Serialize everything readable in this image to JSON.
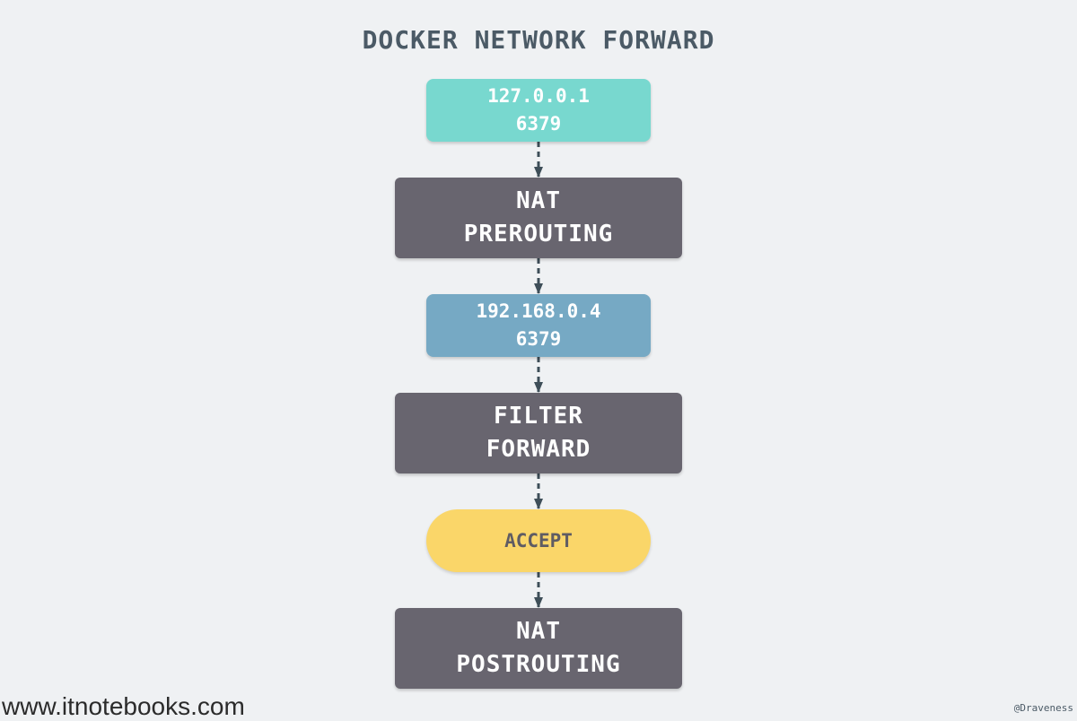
{
  "title": "DOCKER NETWORK FORWARD",
  "nodes": {
    "source": {
      "line1": "127.0.0.1",
      "line2": "6379",
      "color": "#78d8cf"
    },
    "nat_prerouting": {
      "line1": "NAT",
      "line2": "PREROUTING",
      "color": "#68656f"
    },
    "destination": {
      "line1": "192.168.0.4",
      "line2": "6379",
      "color": "#76a9c4"
    },
    "filter_forward": {
      "line1": "FILTER",
      "line2": "FORWARD",
      "color": "#68656f"
    },
    "accept": {
      "label": "ACCEPT",
      "color": "#fad669"
    },
    "nat_postrouting": {
      "line1": "NAT",
      "line2": "POSTROUTING",
      "color": "#68656f"
    }
  },
  "edges": [
    {
      "from": "source",
      "to": "nat_prerouting",
      "style": "dashed"
    },
    {
      "from": "nat_prerouting",
      "to": "destination",
      "style": "dashed"
    },
    {
      "from": "destination",
      "to": "filter_forward",
      "style": "dashed"
    },
    {
      "from": "filter_forward",
      "to": "accept",
      "style": "dashed"
    },
    {
      "from": "accept",
      "to": "nat_postrouting",
      "style": "dashed"
    }
  ],
  "arrow_color": "#3e4e58",
  "watermark": "www.itnotebooks.com",
  "credit": "@Draveness"
}
